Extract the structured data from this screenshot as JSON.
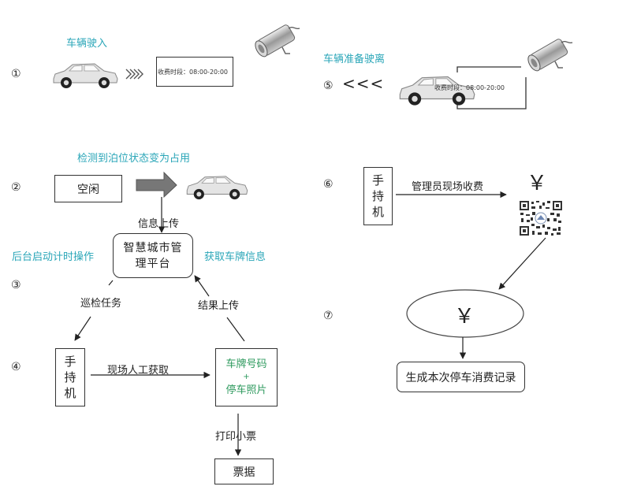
{
  "steps": {
    "s1": "①",
    "s2": "②",
    "s3": "③",
    "s4": "④",
    "s5": "⑤",
    "s6": "⑥",
    "s7": "⑦"
  },
  "step1": {
    "caption": "车辆驶入",
    "fee_sign": "收费时段：08:00-20:00",
    "arrows_icon": "chevron-right-triple"
  },
  "step5": {
    "caption": "车辆准备驶离",
    "arrows": "<<<",
    "fee_sign": "收费时段：08:00-20:00"
  },
  "step2": {
    "caption": "检测到泊位状态变为占用",
    "idle_box": "空闲",
    "upload_label": "信息上传"
  },
  "step3": {
    "left_caption": "后台启动计时操作",
    "right_caption": "获取车牌信息",
    "platform_line1": "智慧城市管",
    "platform_line2": "理平台",
    "patrol_label": "巡检任务",
    "result_label": "结果上传"
  },
  "step4": {
    "handheld": [
      "手",
      "持",
      "机"
    ],
    "manual_label": "现场人工获取",
    "plate_line1": "车牌号码",
    "plate_plus": "+",
    "plate_line2": "停车照片",
    "print_label": "打印小票",
    "receipt_box": "票据"
  },
  "step6": {
    "handheld": [
      "手",
      "持",
      "机"
    ],
    "collect_label": "管理员现场收费",
    "yen": "￥"
  },
  "step7": {
    "yen": "￥",
    "record_box": "生成本次停车消费记录"
  },
  "colors": {
    "teal": "#2aa6b8",
    "green": "#2e9a5e",
    "line": "#333333",
    "arrow_fill": "#777777"
  }
}
